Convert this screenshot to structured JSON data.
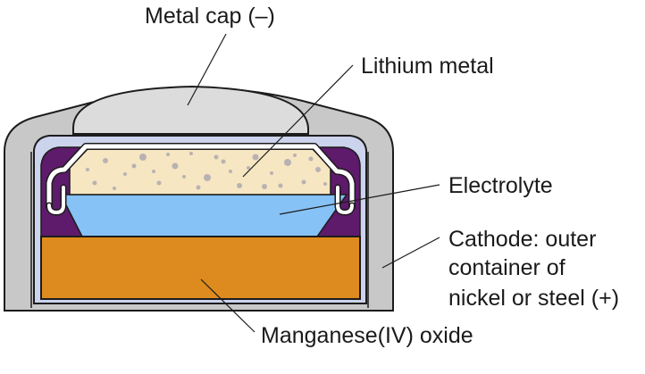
{
  "labels": {
    "metal_cap": "Metal cap (–)",
    "lithium_metal": "Lithium metal",
    "electrolyte": "Electrolyte",
    "cathode": [
      "Cathode: outer",
      "container of",
      "nickel or steel (+)"
    ],
    "manganese_oxide": "Manganese(IV) oxide"
  },
  "colors": {
    "outer_casing": "#c8c8c8",
    "cap_dome": "#dcdcdc",
    "inner_lining": "#ccd3ec",
    "seal": "#5e1a6b",
    "lithium": "#f6e6c2",
    "lithium_speckle": "#b9b2b2",
    "electrolyte": "#86c2f6",
    "manganese_oxide": "#dd8a1e",
    "outline": "#1c1c1c"
  }
}
